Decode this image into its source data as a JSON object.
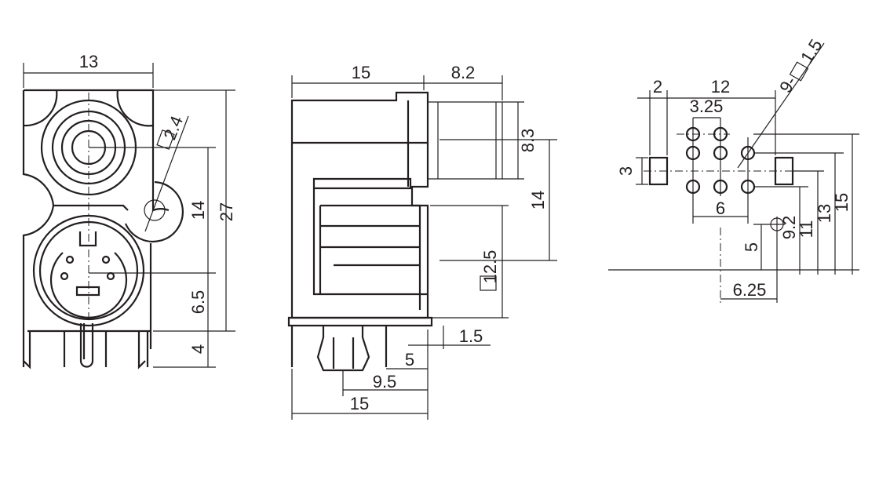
{
  "front_view": {
    "width": "13",
    "height": "27",
    "center_spacing": "14",
    "lower_offset": "6.5",
    "pin_length": "4",
    "hole_size": "2.4"
  },
  "side_view": {
    "body_depth": "15",
    "jack_length": "8.2",
    "jack_height": "8.3",
    "jack_center": "14",
    "din_height": "12.5",
    "pin_offset": "1.5",
    "pin_5": "5",
    "pin_9_5": "9.5",
    "overall_15": "15"
  },
  "footprint": {
    "pad_width": "2",
    "pad_span": "12",
    "pitch": "3.25",
    "hole_spec": "9-",
    "hole_size": "1.5",
    "pad_height": "3",
    "row_spacing": "6",
    "datum_x": "6.25",
    "y_5": "5",
    "y_9_2": "9.2",
    "y_11": "11",
    "y_13": "13",
    "y_15": "15"
  }
}
